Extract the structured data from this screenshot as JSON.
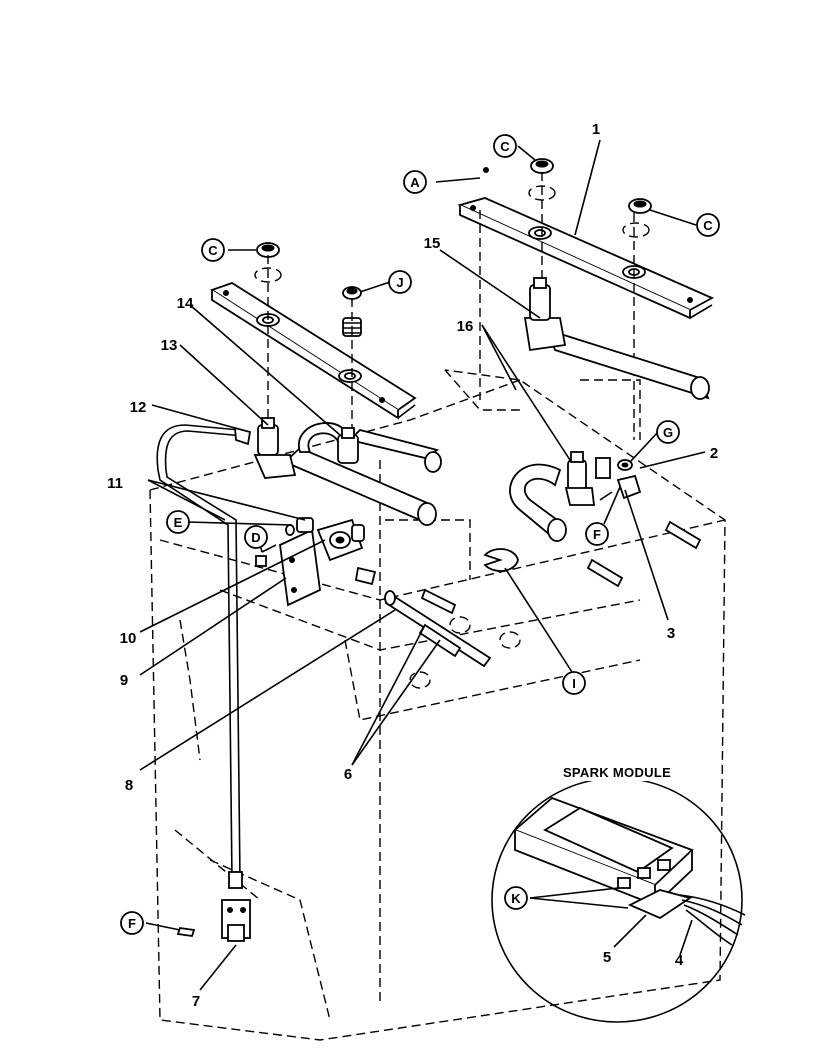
{
  "spark_module_title": "SPARK MODULE",
  "part_numbers": {
    "n1": "1",
    "n2": "2",
    "n3": "3",
    "n4": "4",
    "n5": "5",
    "n6": "6",
    "n7": "7",
    "n8": "8",
    "n9": "9",
    "n10": "10",
    "n11": "11",
    "n12": "12",
    "n13": "13",
    "n14": "14",
    "n15": "15",
    "n16": "16"
  },
  "callout_letters": {
    "A": "A",
    "C": "C",
    "D": "D",
    "E": "E",
    "F": "F",
    "G": "G",
    "I": "I",
    "J": "J",
    "K": "K"
  }
}
